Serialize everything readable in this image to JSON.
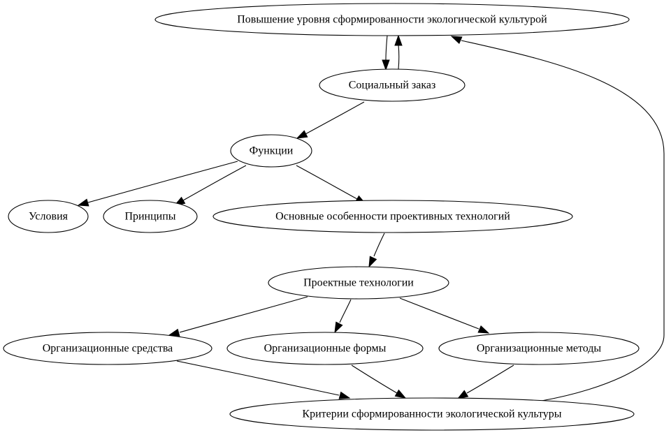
{
  "diagram": {
    "type": "directed-graph",
    "nodes": [
      {
        "id": "n_top",
        "label": "Повышение уровня сформированности экологической культурой"
      },
      {
        "id": "n_social",
        "label": "Социальный заказ"
      },
      {
        "id": "n_func",
        "label": "Функции"
      },
      {
        "id": "n_cond",
        "label": "Условия"
      },
      {
        "id": "n_princ",
        "label": "Принципы"
      },
      {
        "id": "n_feat",
        "label": "Основные особенности проективных технологий"
      },
      {
        "id": "n_proj",
        "label": "Проектные технологии"
      },
      {
        "id": "n_means",
        "label": "Организационные средства"
      },
      {
        "id": "n_forms",
        "label": "Организационные формы"
      },
      {
        "id": "n_methods",
        "label": "Организационные методы"
      },
      {
        "id": "n_crit",
        "label": "Критерии сформированности экологической культуры"
      }
    ],
    "edges": [
      {
        "from": "n_top",
        "to": "n_social"
      },
      {
        "from": "n_social",
        "to": "n_top"
      },
      {
        "from": "n_social",
        "to": "n_func"
      },
      {
        "from": "n_func",
        "to": "n_cond"
      },
      {
        "from": "n_func",
        "to": "n_princ"
      },
      {
        "from": "n_func",
        "to": "n_feat"
      },
      {
        "from": "n_feat",
        "to": "n_proj"
      },
      {
        "from": "n_proj",
        "to": "n_means"
      },
      {
        "from": "n_proj",
        "to": "n_forms"
      },
      {
        "from": "n_proj",
        "to": "n_methods"
      },
      {
        "from": "n_means",
        "to": "n_crit"
      },
      {
        "from": "n_forms",
        "to": "n_crit"
      },
      {
        "from": "n_methods",
        "to": "n_crit"
      },
      {
        "from": "n_crit",
        "to": "n_top"
      }
    ]
  }
}
